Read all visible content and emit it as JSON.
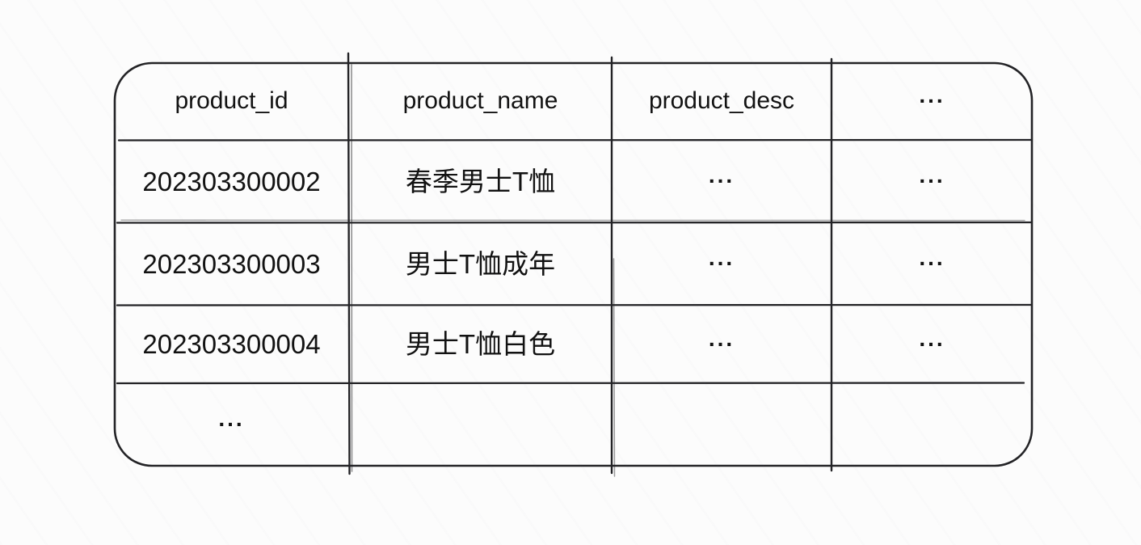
{
  "diagram": {
    "kind": "hand-drawn database table sketch",
    "table": {
      "columns": [
        "product_id",
        "product_name",
        "product_desc",
        "..."
      ],
      "rows": [
        [
          "202303300002",
          "春季男士T恤",
          "...",
          "..."
        ],
        [
          "202303300003",
          "男士T恤成年",
          "...",
          "..."
        ],
        [
          "202303300004",
          "男士T恤白色",
          "...",
          "..."
        ],
        [
          "...",
          "",
          "",
          ""
        ]
      ]
    }
  },
  "colors": {
    "line": "#232326",
    "text": "#121212",
    "background": "#fcfcfc"
  }
}
